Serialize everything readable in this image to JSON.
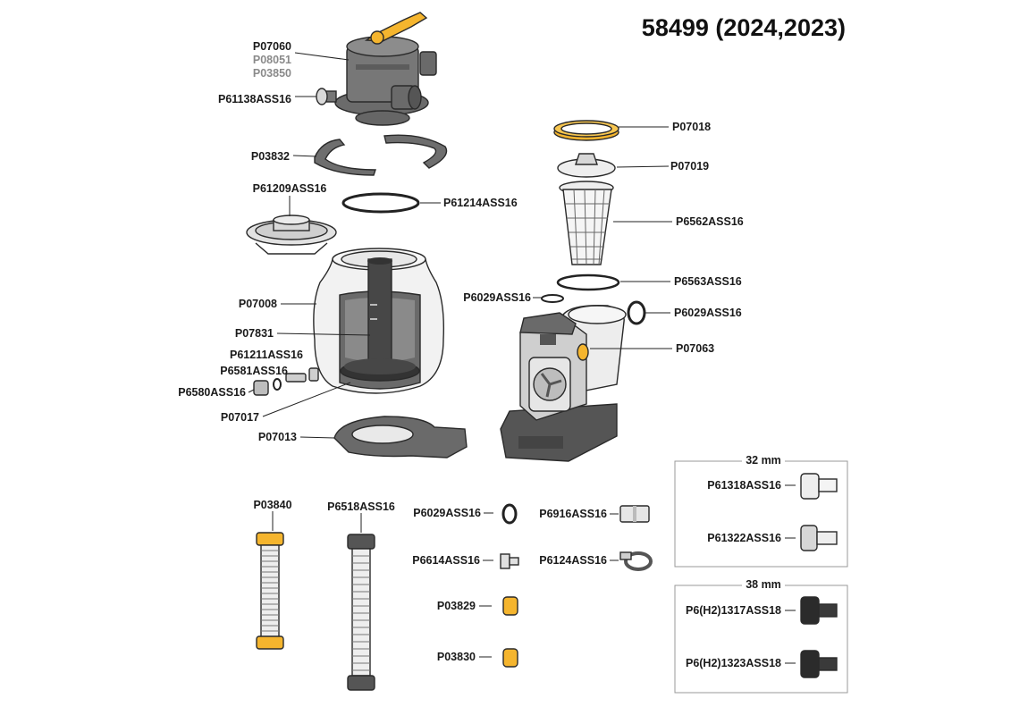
{
  "title": "58499 (2024,2023)",
  "colors": {
    "accent": "#F5B52E",
    "dark_grey": "#555555",
    "mid_grey": "#8a8a8a",
    "light_grey": "#e6e6e6",
    "outline": "#2a2a2a"
  },
  "parts": {
    "p07060": "P07060",
    "p08051": "P08051",
    "p03850": "P03850",
    "p61138": "P61138ASS16",
    "p03832": "P03832",
    "p61209": "P61209ASS16",
    "p61214": "P61214ASS16",
    "p07008": "P07008",
    "p07831": "P07831",
    "p61211": "P61211ASS16",
    "p6581": "P6581ASS16",
    "p6580": "P6580ASS16",
    "p07017": "P07017",
    "p07013": "P07013",
    "p07018": "P07018",
    "p07019": "P07019",
    "p6562": "P6562ASS16",
    "p6563": "P6563ASS16",
    "p6029_left": "P6029ASS16",
    "p6029_right": "P6029ASS16",
    "p07063": "P07063",
    "p03840": "P03840",
    "p6518": "P6518ASS16",
    "p6029_bottom": "P6029ASS16",
    "p6614": "P6614ASS16",
    "p03829": "P03829",
    "p03830": "P03830",
    "p6916": "P6916ASS16",
    "p6124": "P6124ASS16",
    "p61318": "P61318ASS16",
    "p61322": "P61322ASS16",
    "p6h2_1317": "P6(H2)1317ASS18",
    "p6h2_1323": "P6(H2)1323ASS18"
  },
  "boxes": {
    "box_32": "32 mm",
    "box_38": "38 mm"
  },
  "icons": [
    "multiport-valve",
    "pressure-gauge",
    "clamp",
    "diffuser",
    "o-ring",
    "filter-tank",
    "standpipe",
    "lateral-assembly",
    "drain-plug",
    "tank-base",
    "lock-ring",
    "strainer-lid",
    "strainer-basket",
    "pump-motor",
    "hose",
    "hose-nut",
    "hose-clamp",
    "connector"
  ]
}
